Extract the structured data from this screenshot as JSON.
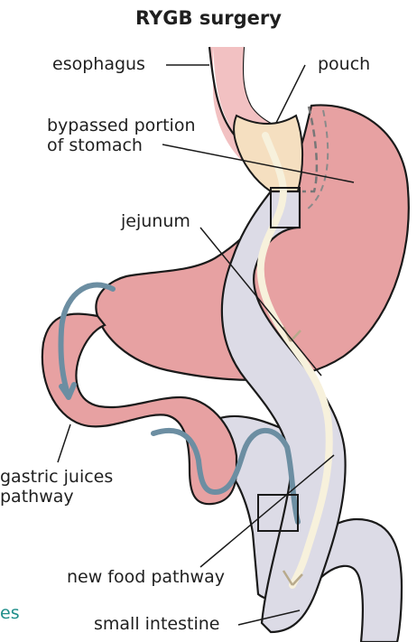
{
  "title": "RYGB surgery",
  "labels": {
    "esophagus": "esophagus",
    "pouch": "pouch",
    "bypassed_line1": "bypassed portion",
    "bypassed_line2": "of stomach",
    "jejunum": "jejunum",
    "gastric_line1": "gastric juices",
    "gastric_line2": "pathway",
    "new_food": "new food pathway",
    "small_intestine": "small intestine",
    "cut_off_text": "es"
  },
  "colors": {
    "stomach_pink": "#e7a1a2",
    "pink_light": "#f2c1c2",
    "intestine_gray": "#dcdbe6",
    "pouch_cream": "#f5dfc0",
    "food_path": "#f7f1dc",
    "juice_path": "#6c8ea2",
    "outline": "#1a1a1a",
    "accent_teal": "#1f8e8a"
  }
}
